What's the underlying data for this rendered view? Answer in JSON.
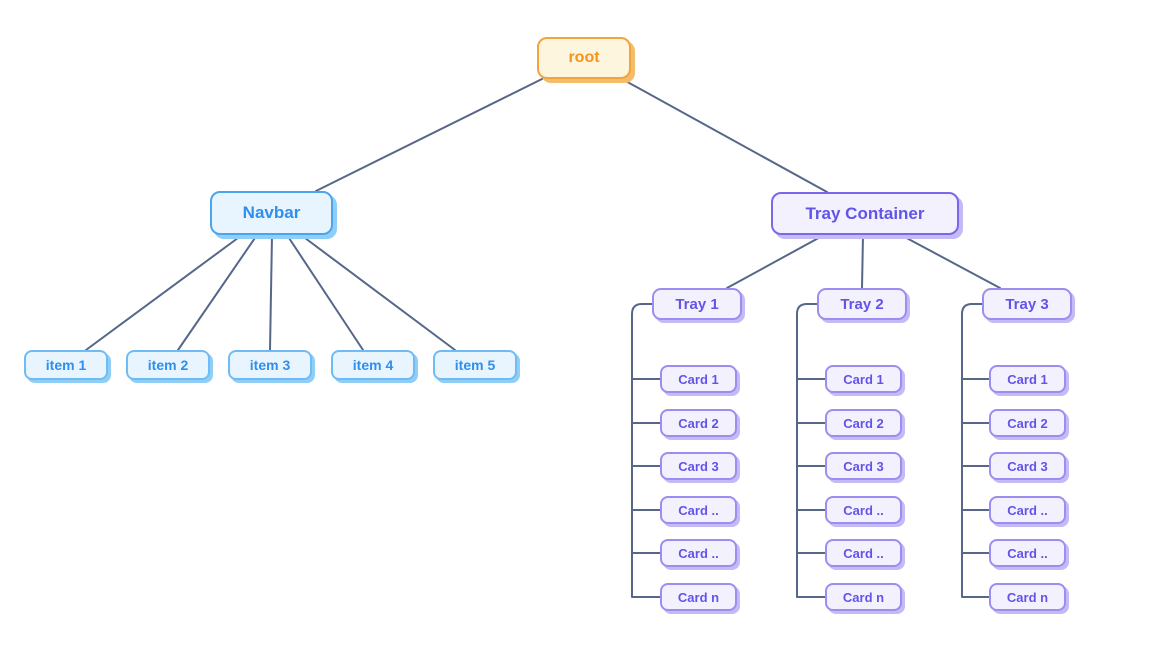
{
  "colors": {
    "line": "#56678A",
    "orange_bg": "#FEF5DF",
    "orange_border": "#F2A43D",
    "orange_text": "#F5941C",
    "orange_shadow": "#F3BE6B",
    "blue_bg": "#E9F5FE",
    "blue_border": "#4AA4EE",
    "blue_border_light": "#6FBCF4",
    "blue_text": "#2E8FEE",
    "blue_shadow": "#8FCEF7",
    "purple_bg": "#F3F1FE",
    "purple_border": "#7A68E8",
    "purple_border_light": "#9C8DF0",
    "purple_text": "#6254E8",
    "purple_shadow": "#C4BAF6"
  },
  "tree": {
    "root": {
      "label": "root"
    },
    "navbar": {
      "label": "Navbar",
      "items": [
        {
          "label": "item 1"
        },
        {
          "label": "item 2"
        },
        {
          "label": "item 3"
        },
        {
          "label": "item 4"
        },
        {
          "label": "item 5"
        }
      ]
    },
    "tray_container": {
      "label": "Tray Container",
      "trays": [
        {
          "label": "Tray 1",
          "cards": [
            {
              "label": "Card 1"
            },
            {
              "label": "Card 2"
            },
            {
              "label": "Card 3"
            },
            {
              "label": "Card .."
            },
            {
              "label": "Card .."
            },
            {
              "label": "Card n"
            }
          ]
        },
        {
          "label": "Tray 2",
          "cards": [
            {
              "label": "Card 1"
            },
            {
              "label": "Card 2"
            },
            {
              "label": "Card 3"
            },
            {
              "label": "Card .."
            },
            {
              "label": "Card .."
            },
            {
              "label": "Card n"
            }
          ]
        },
        {
          "label": "Tray 3",
          "cards": [
            {
              "label": "Card 1"
            },
            {
              "label": "Card 2"
            },
            {
              "label": "Card 3"
            },
            {
              "label": "Card .."
            },
            {
              "label": "Card .."
            },
            {
              "label": "Card n"
            }
          ]
        }
      ]
    }
  }
}
